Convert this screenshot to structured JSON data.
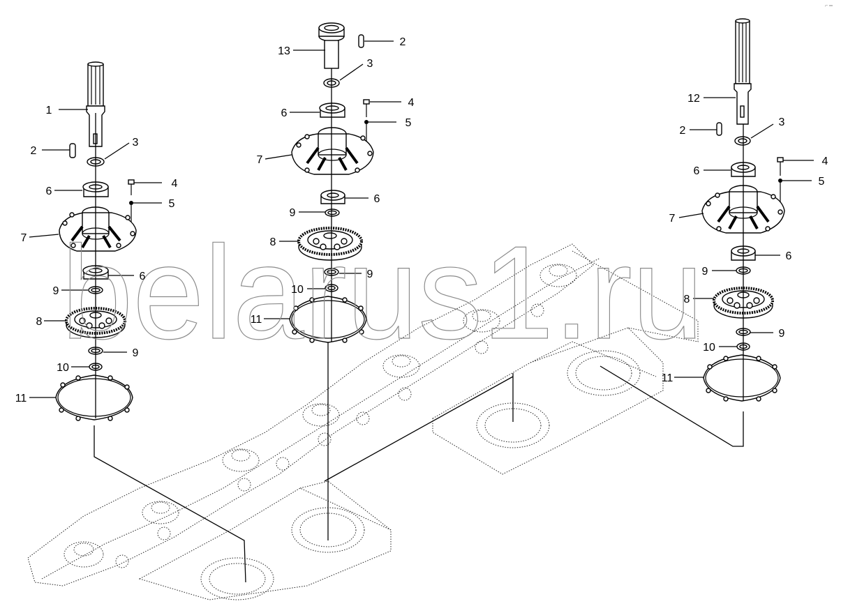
{
  "watermark": "belarus1.ru",
  "corner_mark": "⌐ ═",
  "callouts": {
    "left": [
      "1",
      "2",
      "3",
      "6",
      "4",
      "5",
      "7",
      "6",
      "9",
      "8",
      "9",
      "10",
      "11"
    ],
    "center": [
      "13",
      "2",
      "3",
      "6",
      "4",
      "5",
      "7",
      "6",
      "9",
      "8",
      "9",
      "10",
      "11"
    ],
    "right": [
      "12",
      "2",
      "3",
      "6",
      "4",
      "5",
      "7",
      "6",
      "9",
      "8",
      "9",
      "10",
      "11"
    ]
  }
}
